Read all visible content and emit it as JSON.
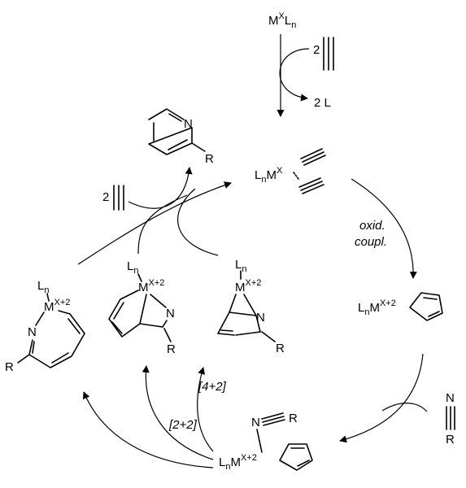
{
  "catalyst": {
    "metal": "M",
    "ox_state": "X",
    "ligand": "L",
    "ligand_sub": "n"
  },
  "reagents": {
    "alkyne_equiv": "2",
    "ligand_loss": "2 L"
  },
  "intermediates": {
    "bis_alkyne": {
      "ligand": "L",
      "ligand_sub": "n",
      "metal": "M",
      "ox_state": "X"
    },
    "metallacycle": {
      "ligand": "L",
      "ligand_sub": "n",
      "metal": "M",
      "ox_state": "X+2"
    },
    "nitrile_complex": {
      "ligand": "L",
      "ligand_sub": "n",
      "metal": "M",
      "ox_state": "X+2",
      "nitrile_n": "N",
      "nitrile_r": "R"
    },
    "bicyclic_42": {
      "ligand": "L",
      "ligand_sub": "n",
      "metal": "M",
      "ox_state": "X+2",
      "n": "N",
      "r": "R"
    },
    "bicyclic_22": {
      "ligand": "L",
      "ligand_sub": "n",
      "metal": "M",
      "ox_state": "X+2",
      "n": "N",
      "r": "R"
    },
    "azepine": {
      "ligand": "L",
      "ligand_sub": "n",
      "metal": "M",
      "ox_state": "X+2",
      "n": "N",
      "r": "R"
    }
  },
  "nitrile_reagent": {
    "n": "N",
    "r": "R"
  },
  "product": {
    "n": "N",
    "r": "R"
  },
  "step_labels": {
    "oxid_1": "oxid.",
    "oxid_2": "coupl.",
    "cyclo_42": "[4+2]",
    "cyclo_22": "[2+2]"
  }
}
